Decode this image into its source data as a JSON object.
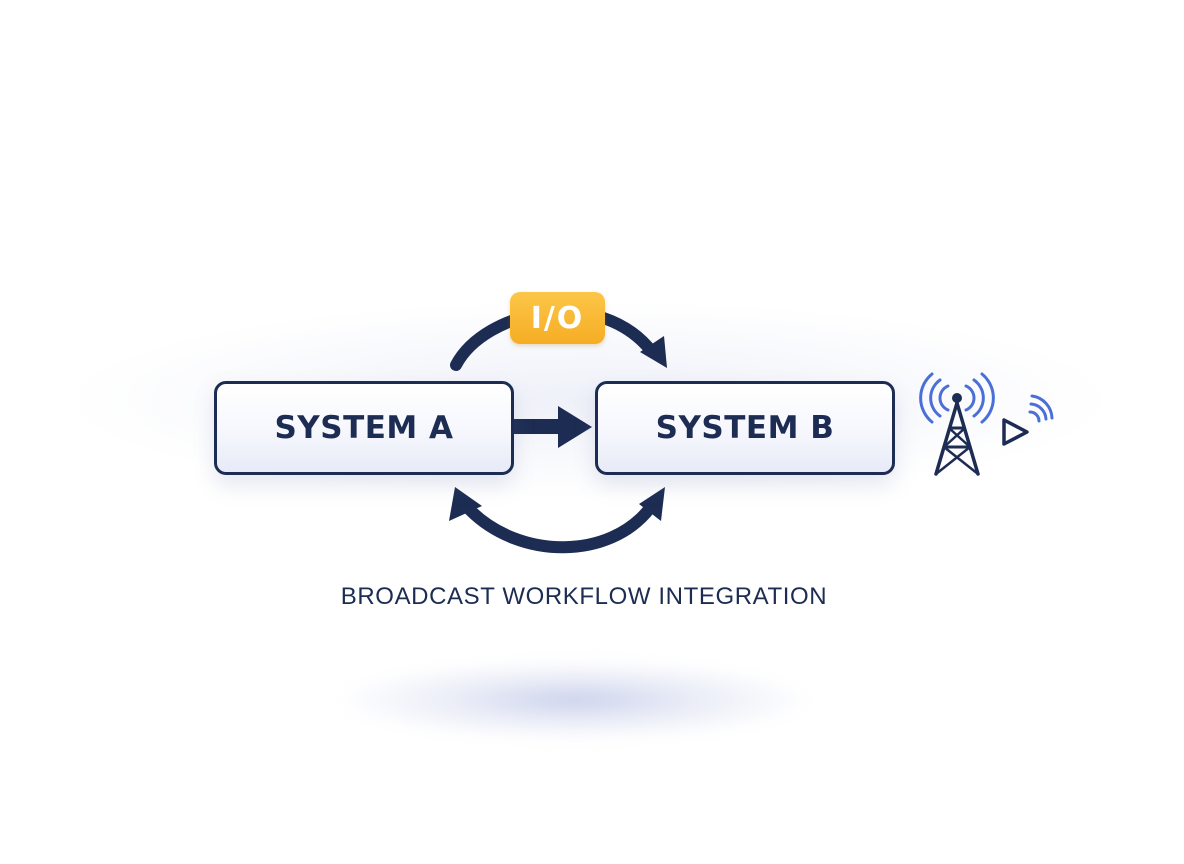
{
  "diagram": {
    "system_a": {
      "label": "SYSTEM A"
    },
    "system_b": {
      "label": "SYSTEM B"
    },
    "io_badge": {
      "label": "I/O"
    },
    "caption": "BROADCAST WORKFLOW INTEGRATION",
    "icons": [
      "broadcast-tower-icon",
      "play-signal-icon"
    ],
    "colors": {
      "primary": "#1c2c52",
      "accent": "#f6ad24",
      "signal": "#4a6fd6"
    }
  }
}
